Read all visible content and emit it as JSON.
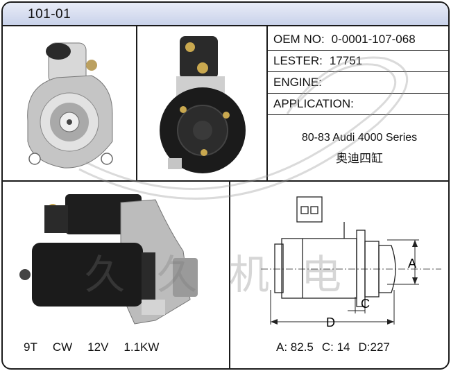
{
  "header": {
    "title": "101-01"
  },
  "specs": [
    {
      "label": "OEM NO:",
      "value": "0-0001-107-068"
    },
    {
      "label": "LESTER:",
      "value": "17751"
    },
    {
      "label": "ENGINE:",
      "value": ""
    },
    {
      "label": "APPLICATION:",
      "value": ""
    }
  ],
  "application": {
    "line1": "80-83 Audi 4000 Series",
    "line2": "奥迪四缸"
  },
  "ratings": {
    "teeth": "9T",
    "rotation": "CW",
    "voltage": "12V",
    "power": "1.1KW"
  },
  "dimensions": {
    "a_label": "A",
    "c_label": "C",
    "d_label": "D",
    "a": "A: 82.5",
    "c": "C: 14",
    "d": "D:227"
  },
  "watermark": {
    "text": "久久机电"
  },
  "colors": {
    "title_bar": "#c9d2ea",
    "border": "#1a1a1a",
    "housing": "#b9b9b9",
    "motor": "#1c1c1c"
  }
}
